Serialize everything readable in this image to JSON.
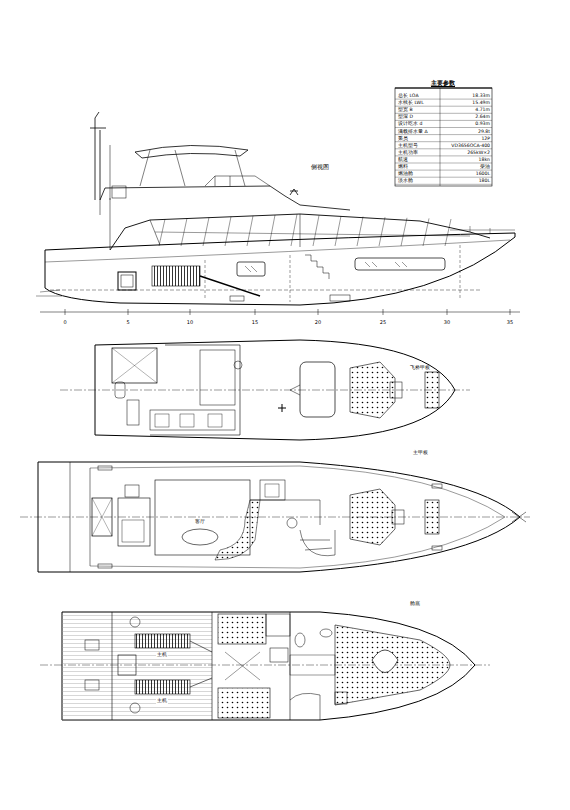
{
  "diagram": {
    "labels": [
      "主要参数",
      "总长 LOA",
      "18.33m",
      "水线长 LWL",
      "15.49m",
      "型宽 B",
      "4.71m",
      "型深 D",
      "2.64m",
      "设计吃水 d",
      "0.93m",
      "满载排水量 Δ",
      "29.8t",
      "乘员",
      "12P",
      "主机型号",
      "VD3656OCA-400",
      "主机功率",
      "265kW×2",
      "航速",
      "18kn",
      "燃料",
      "柴油",
      "燃油舱",
      "1600L",
      "淡水舱",
      "180L",
      "侧视图",
      "飞桥甲板",
      "主甲板",
      "舱底",
      "0",
      "5",
      "10",
      "15",
      "20",
      "25",
      "30",
      "35",
      "主机",
      "主机",
      "客厅"
    ]
  }
}
